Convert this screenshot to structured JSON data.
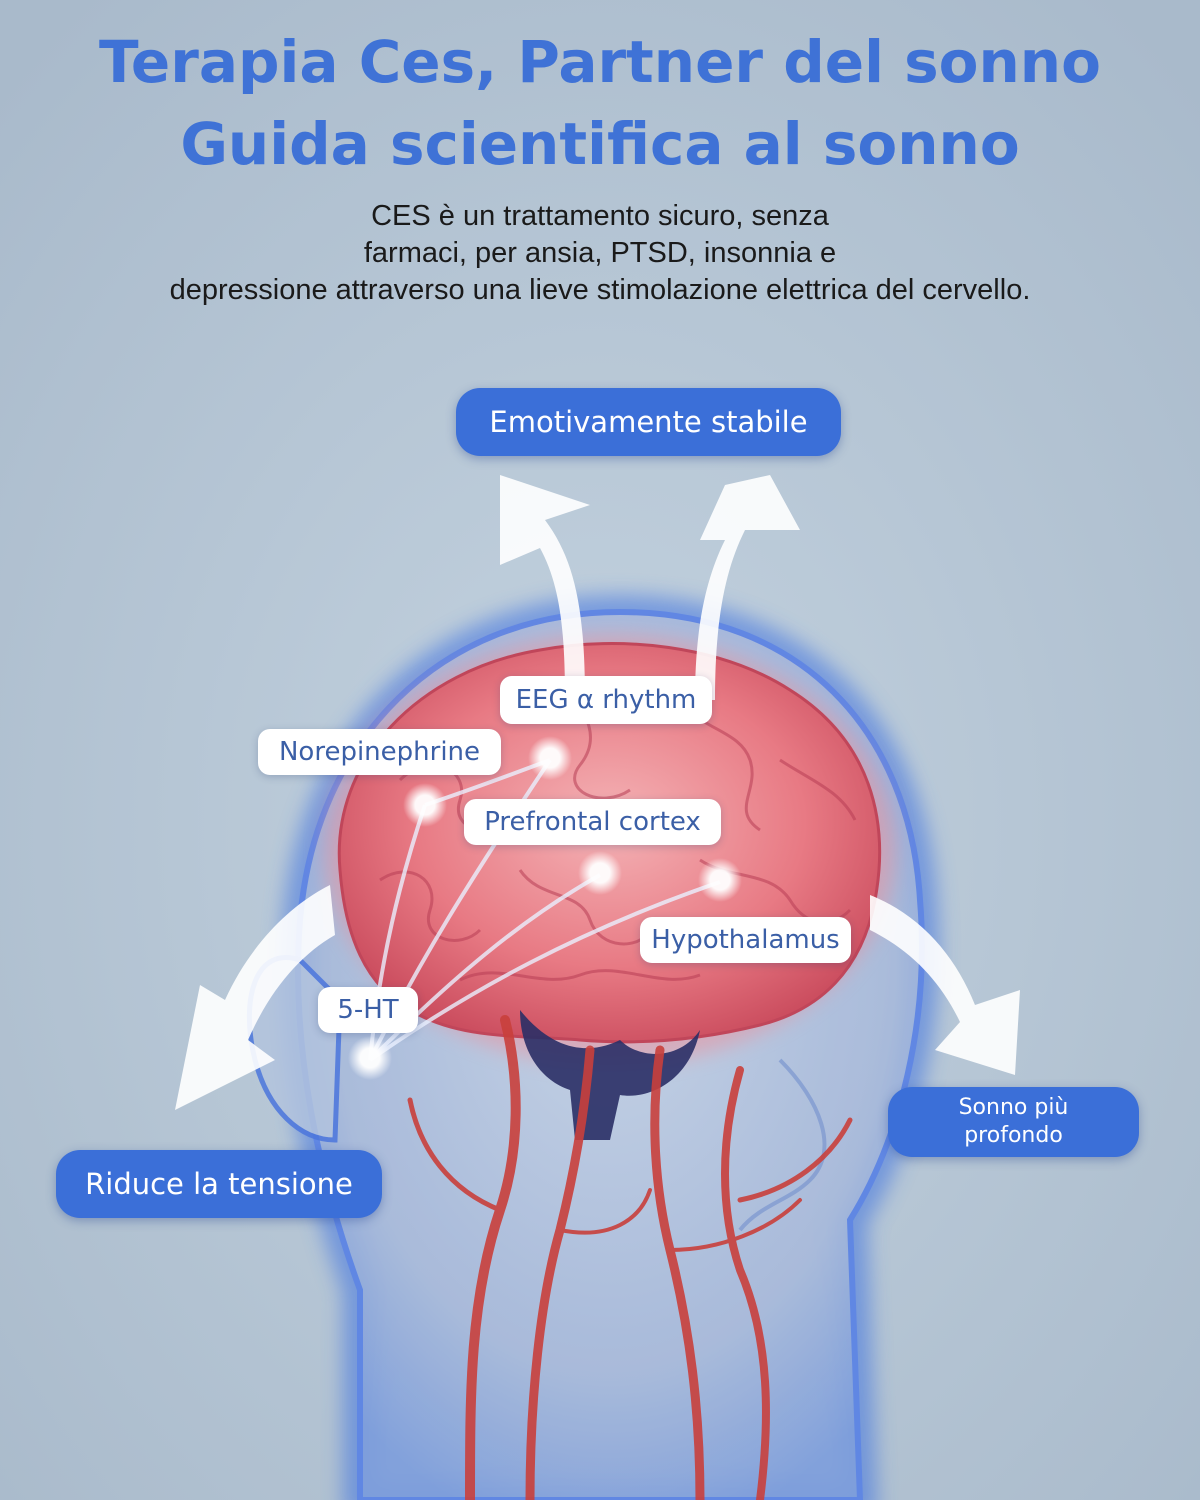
{
  "header": {
    "title_line1": "Terapia Ces, Partner del sonno",
    "title_line2": "Guida scientifica al sonno",
    "description_lines": [
      "CES è un trattamento sicuro, senza",
      "farmaci, per ansia, PTSD, insonnia e",
      "depressione attraverso una lieve stimolazione elettrica del cervello."
    ]
  },
  "effects": {
    "top": "Emotivamente stabile",
    "left": "Riduce la tensione",
    "right": "Sonno più profondo"
  },
  "brain_labels": {
    "eeg": "EEG α rhythm",
    "norepinephrine": "Norepinephrine",
    "prefrontal": "Prefrontal cortex",
    "hypothalamus": "Hypothalamus",
    "serotonin": "5-HT"
  },
  "colors": {
    "background": "#afc0cf",
    "title": "#3f72d6",
    "effect_pill": "#3b6fd8",
    "label_text": "#3b5fa6",
    "brain": "#e8707e",
    "vessel": "#c9403c",
    "head_glow": "#3b6fe0"
  }
}
